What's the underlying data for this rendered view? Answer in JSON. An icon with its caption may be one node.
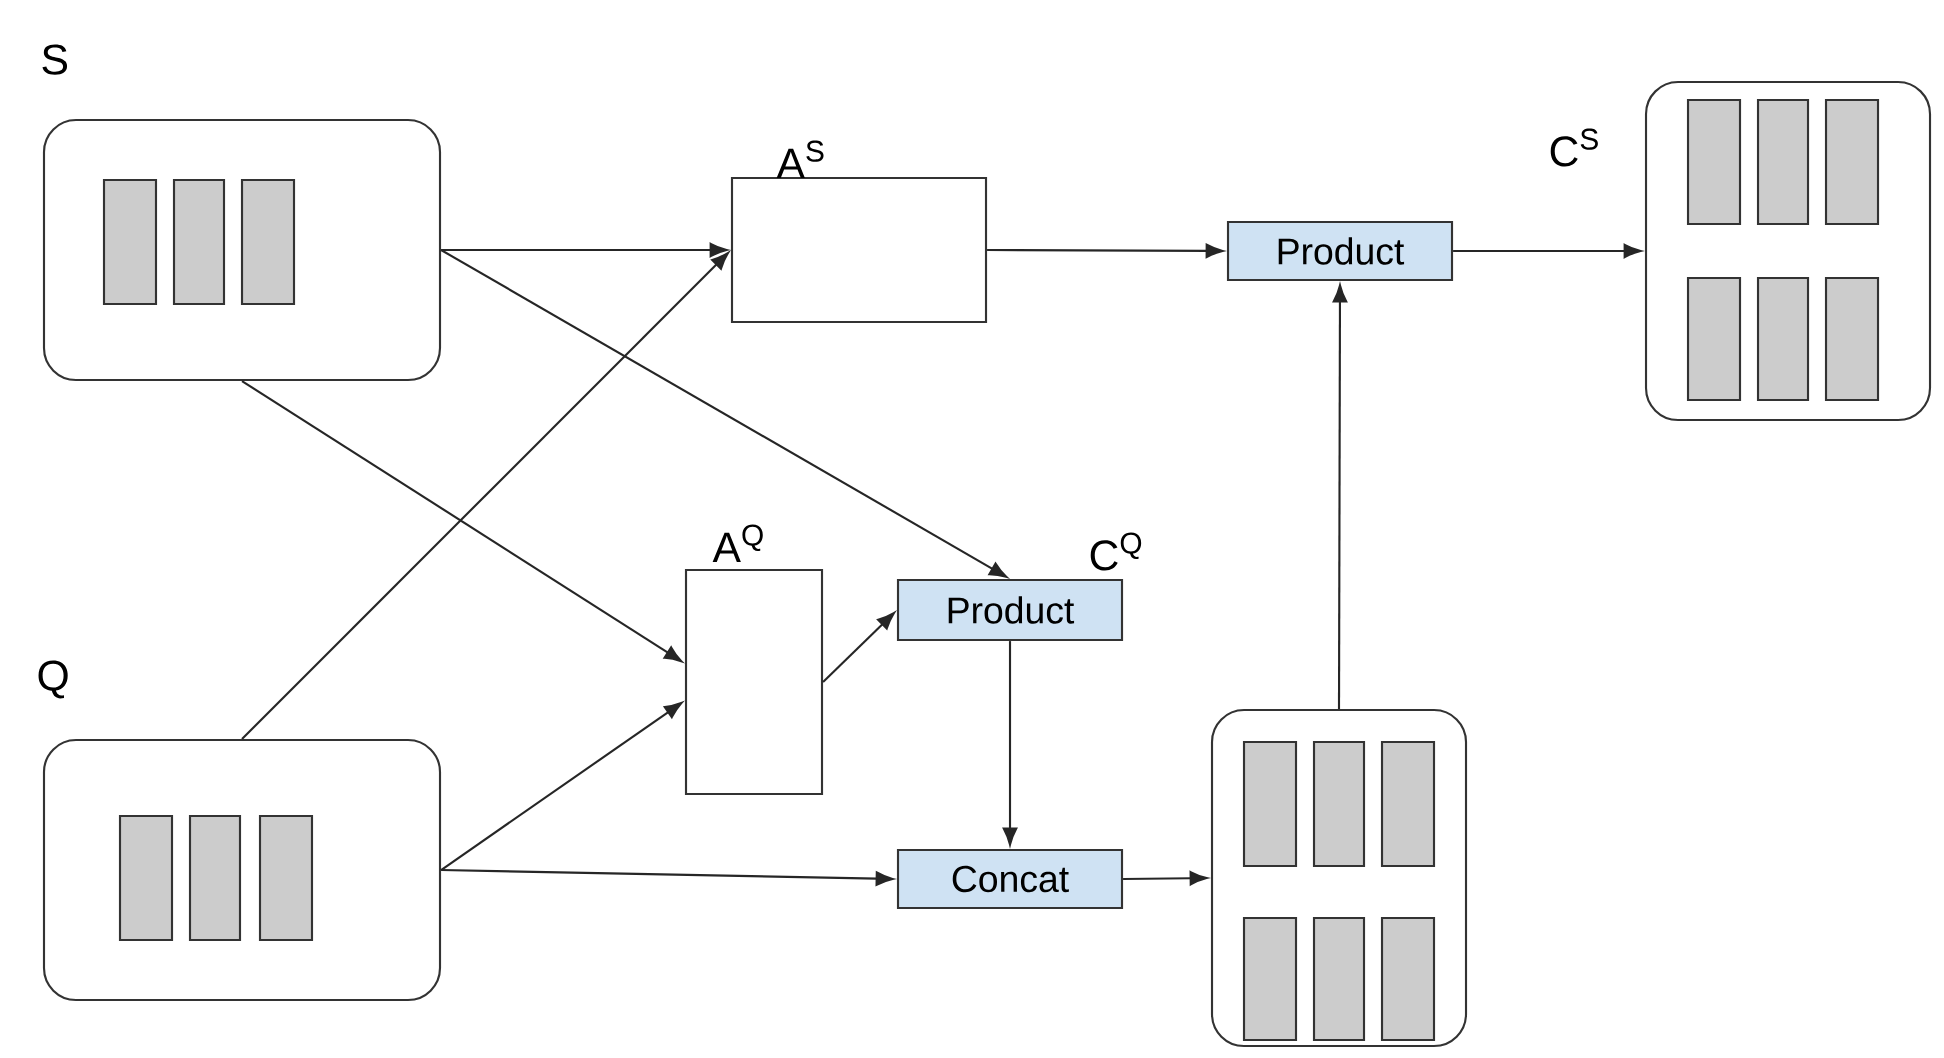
{
  "diagram": {
    "nodes": [
      {
        "text": [
          "S"
        ]
      },
      {
        "text": [
          "A$^{S}$"
        ]
      },
      {
        "text": [
          "Product"
        ]
      },
      {
        "text": [
          "C$^{S}$"
        ]
      },
      {
        "text": [
          "A$^{Q}$"
        ]
      },
      {
        "text": [
          "Product"
        ],
        "beside": [
          "C$^{Q}$"
        ]
      },
      {
        "text": [
          "Q"
        ]
      },
      {
        "text": [
          "Concat"
        ]
      },
      {
        "text": [],
        "shape": "box"
      }
    ],
    "edges": [
      {
        "from": 0,
        "to": 1,
        "arrow": "to"
      },
      {
        "from": 6,
        "to": 1,
        "arrow": "to"
      },
      {
        "from": 0,
        "to": 5,
        "arrow": "to"
      },
      {
        "from": 0,
        "to": 4,
        "arrow": "to"
      },
      {
        "from": 6,
        "to": 4,
        "arrow": "to"
      },
      {
        "from": 4,
        "to": 5,
        "arrow": "to"
      },
      {
        "from": 5,
        "to": 7,
        "arrow": "to"
      },
      {
        "from": 6,
        "to": 7,
        "arrow": "to"
      },
      {
        "from": 7,
        "to": 8,
        "arrow": "to"
      },
      {
        "from": 8,
        "to": 2,
        "arrow": "to"
      },
      {
        "from": 1,
        "to": 2,
        "arrow": "to"
      },
      {
        "from": 2,
        "to": 3,
        "arrow": "to"
      }
    ]
  }
}
